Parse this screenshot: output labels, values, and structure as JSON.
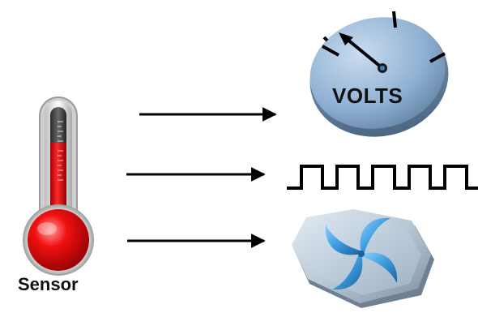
{
  "sensor": {
    "label": "Sensor",
    "icon": "thermometer-icon"
  },
  "outputs": [
    {
      "kind": "analog-voltage",
      "icon": "voltmeter-gauge-icon",
      "label": "VOLTS"
    },
    {
      "kind": "digital-pulse",
      "icon": "square-wave-icon"
    },
    {
      "kind": "rotation",
      "icon": "fan-icon"
    }
  ],
  "colors": {
    "mercury": "#e0060a",
    "bulb_highlight": "#ff8a8a",
    "arrow": "#000000",
    "gauge_face": "#8fb1d3",
    "fan_blade": "#3a9bdc",
    "fan_base": "#b9c8d6"
  }
}
